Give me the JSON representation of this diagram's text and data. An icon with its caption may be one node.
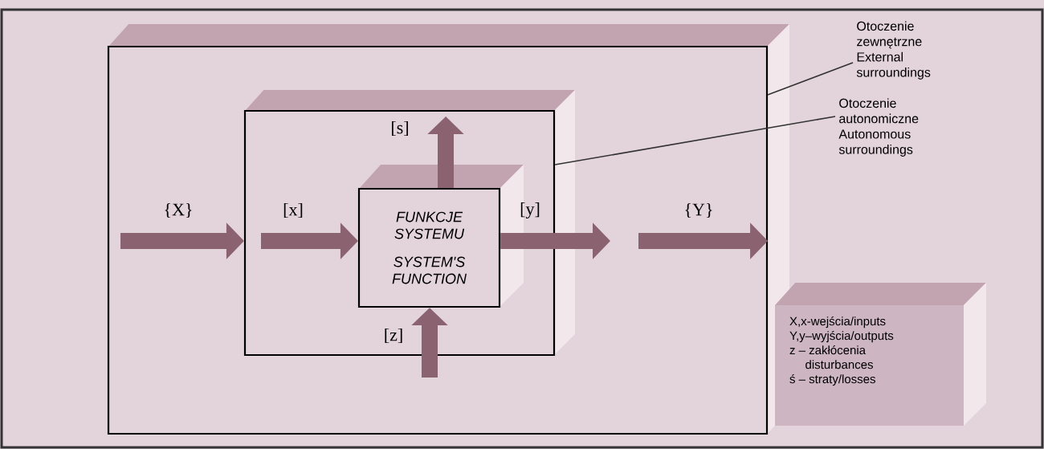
{
  "diagram": {
    "nodes": [
      {
        "text": [],
        "shape": "box"
      },
      {
        "text": [],
        "shape": "box",
        "in": 0
      },
      {
        "text": [
          "FUNKCJE SYSTEMU",
          "SYSTEM'S FUNCTION"
        ],
        "in": 1
      },
      {
        "text": [
          "Otoczenie zewnętrzne",
          "External surroundings"
        ]
      },
      {
        "text": [
          "Otoczenie autonomiczne",
          "Autonomous surroundings"
        ]
      },
      {
        "text": [
          "X,x-wejścia/inputs",
          "Y,y–wyjścia/outputs",
          "z – zakłócenia disturbances",
          "ś – straty/losses"
        ]
      }
    ],
    "edges": [
      {
        "from": null,
        "to": 1,
        "arrow": "to",
        "label": "{X}"
      },
      {
        "from": null,
        "to": 2,
        "arrow": "to",
        "label": "[x]"
      },
      {
        "from": 2,
        "to": null,
        "arrow": "to",
        "label": "[y]"
      },
      {
        "from": null,
        "to": 0,
        "arrow": "to",
        "label": "{Y}"
      },
      {
        "from": 2,
        "to": null,
        "arrow": "to",
        "label": "[s]"
      },
      {
        "from": null,
        "to": 2,
        "arrow": "to",
        "label": "[z]"
      },
      {
        "from": 3,
        "to": 0,
        "arrow": "none"
      },
      {
        "from": 4,
        "to": 1,
        "arrow": "none"
      }
    ]
  }
}
